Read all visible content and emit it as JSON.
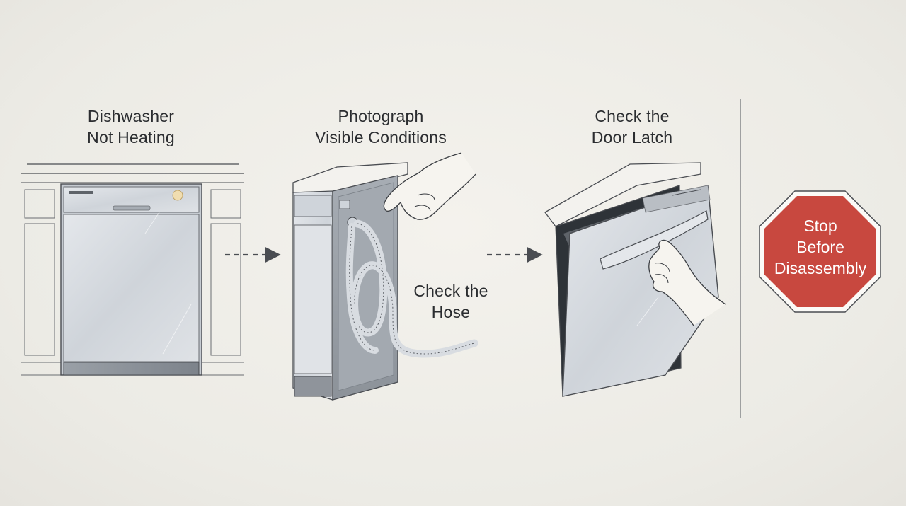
{
  "steps": [
    {
      "line1": "Dishwasher",
      "line2": "Not Heating"
    },
    {
      "line1": "Photograph",
      "line2": "Visible Conditions"
    },
    {
      "line1": "Check the",
      "line2": "Door Latch"
    }
  ],
  "hose_label": {
    "line1": "Check the",
    "line2": "Hose"
  },
  "stop_sign": {
    "line1": "Stop",
    "line2": "Before",
    "line3": "Disassembly",
    "color": "#c8483f"
  },
  "colors": {
    "ink": "#2b2d30",
    "steel": "#d4d8de",
    "steel_dark": "#8f949b",
    "background": "#efede8"
  }
}
